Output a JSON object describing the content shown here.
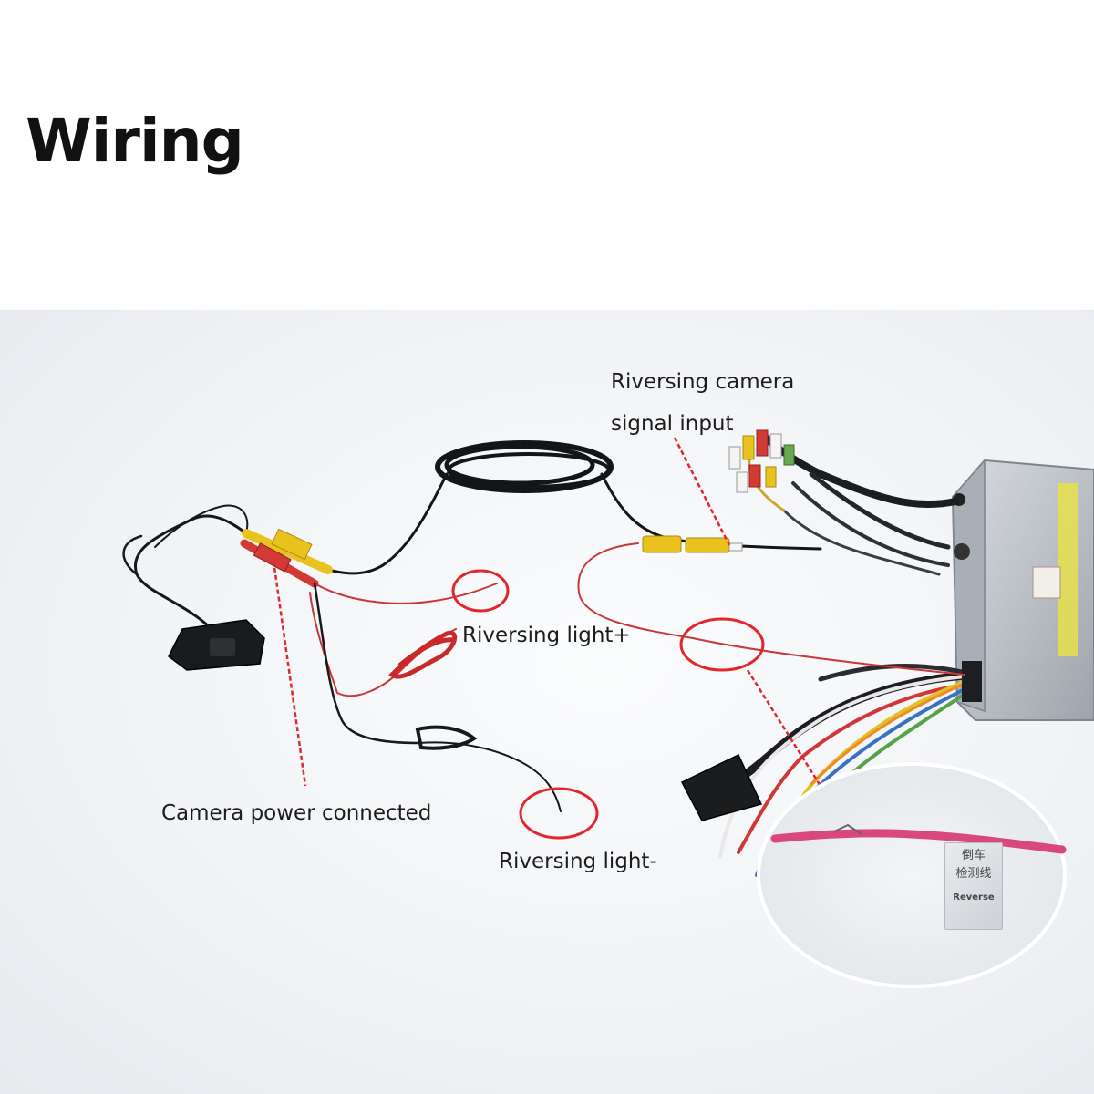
{
  "title": "Wiring",
  "labels": {
    "camera_signal_line1": "Riversing camera",
    "camera_signal_line2": "signal input",
    "light_plus": "Riversing light+",
    "power": "Camera power connected",
    "light_minus": "Riversing light-"
  },
  "inset_tag": {
    "line1": "倒车",
    "line2": "检测线",
    "line3": "Reverse"
  },
  "colors": {
    "callout": "#e3262b",
    "wire_black": "#16181a",
    "wire_red": "#c8373a",
    "rca_yellow": "#e9c21e",
    "rca_red": "#d33a35",
    "unit_metal": "#bcc1c7"
  }
}
